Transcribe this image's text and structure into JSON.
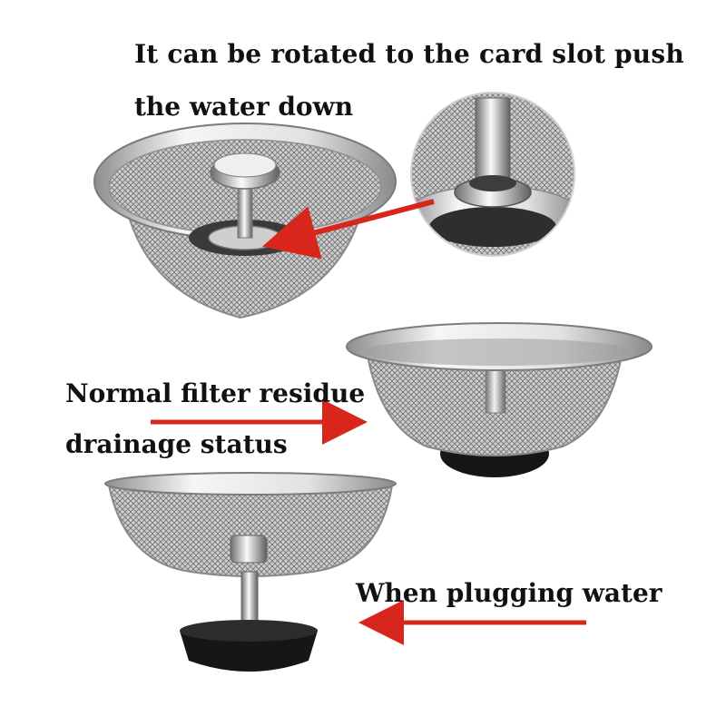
{
  "captions": {
    "rotate_line1": "It can be rotated to the card slot push",
    "rotate_line2": "the water down",
    "normal_line1": "Normal filter residue",
    "normal_line2": "drainage status",
    "plugging": "When plugging water"
  },
  "colors": {
    "arrow_red": "#d9261c",
    "steel_light": "#f2f2f2",
    "steel_mid": "#b9b9b9",
    "steel_dark": "#6f6f6f",
    "rubber_black": "#161616"
  }
}
